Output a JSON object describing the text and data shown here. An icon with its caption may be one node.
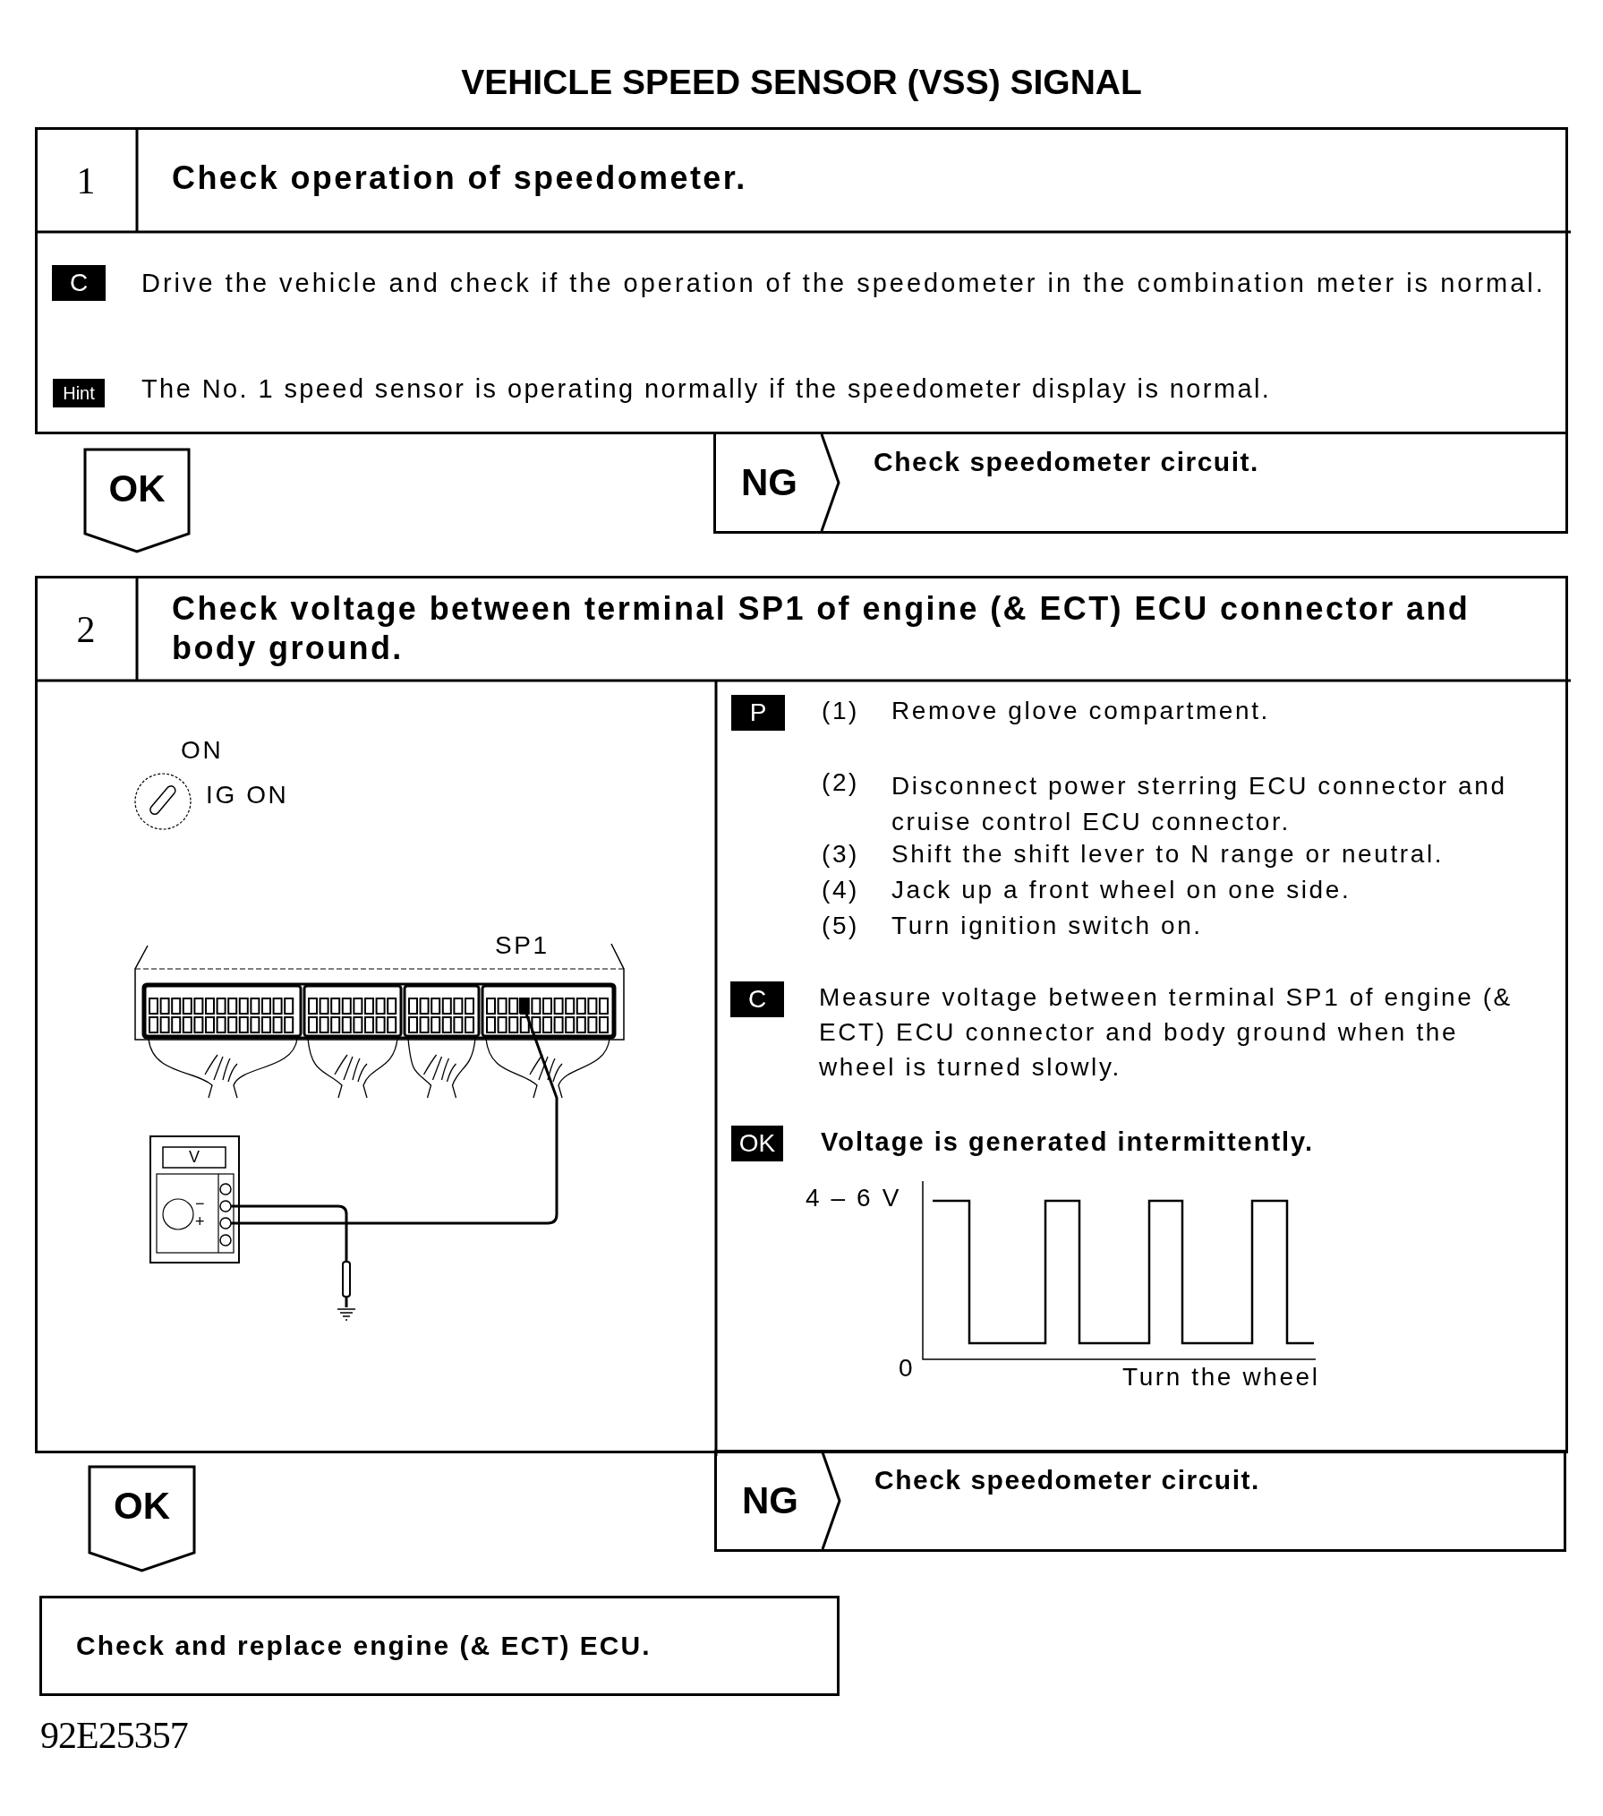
{
  "diagram": {
    "title": "VEHICLE SPEED SENSOR (VSS) SIGNAL",
    "nodes": [
      {
        "text": [
          "1",
          "Check operation of speedometer."
        ]
      },
      {
        "text": [
          "OK"
        ]
      },
      {
        "text": [
          "NG",
          "Check speedometer circuit."
        ]
      },
      {
        "text": [
          "2",
          "Check voltage between terminal SP1 of engine (& ECT) ECU connector and body ground."
        ]
      },
      {
        "text": [
          "OK"
        ]
      },
      {
        "text": [
          "NG",
          "Check speedometer circuit."
        ]
      },
      {
        "text": [
          "Check and replace engine (& ECT) ECU."
        ]
      }
    ],
    "labels": [
      "C",
      "Drive the vehicle and check if the operation of the speedometer in the combination meter is normal.",
      "Hint",
      "The No. 1 speed sensor is operating normally if the speedometer display is normal.",
      "ON",
      "IG ON",
      "SP1",
      "V",
      "−",
      "+",
      "P",
      "(1)",
      "Remove glove compartment.",
      "(2)",
      "Disconnect power sterring ECU connector and cruise control ECU connector.",
      "(3)",
      "Shift the shift lever to N range or neutral.",
      "(4)",
      "Jack up a front wheel on one side.",
      "(5)",
      "Turn ignition switch on.",
      "C",
      "Measure voltage between terminal SP1 of engine (& ECT) ECU connector and body ground when the wheel is turned slowly.",
      "OK",
      "Voltage is generated intermittently.",
      "4 – 6 V",
      "0",
      "Turn the wheel",
      "92E25357"
    ]
  }
}
